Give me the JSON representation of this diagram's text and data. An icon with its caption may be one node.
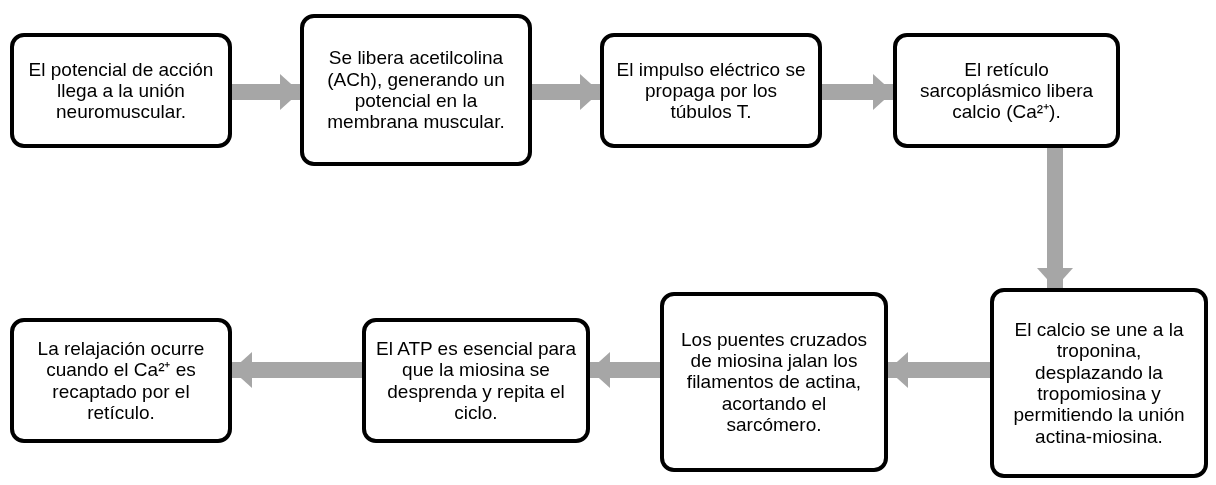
{
  "diagram": {
    "nodes": [
      {
        "text": [
          "El potencial de acción llega a la unión neuromuscular."
        ]
      },
      {
        "text": [
          "Se libera acetilcolina (ACh), generando un potencial en la membrana muscular."
        ]
      },
      {
        "text": [
          "El impulso eléctrico se propaga por los túbulos T."
        ]
      },
      {
        "text": [
          "El retículo sarcoplásmico libera calcio (Ca²⁺)."
        ]
      },
      {
        "text": [
          "El calcio se une a la troponina, desplazando la tropomiosina y permitiendo la unión actina-miosina."
        ]
      },
      {
        "text": [
          "Los puentes cruzados de miosina jalan los filamentos de actina, acortando el sarcómero."
        ]
      },
      {
        "text": [
          "El ATP es esencial para que la miosina se desprenda y repita el ciclo."
        ]
      },
      {
        "text": [
          "La relajación ocurre cuando el Ca²⁺ es recaptado por el retículo."
        ]
      }
    ],
    "edges": [
      {
        "from": 0,
        "to": 1,
        "arrow": "to"
      },
      {
        "from": 1,
        "to": 2,
        "arrow": "to"
      },
      {
        "from": 2,
        "to": 3,
        "arrow": "to"
      },
      {
        "from": 3,
        "to": 4,
        "arrow": "to"
      },
      {
        "from": 4,
        "to": 5,
        "arrow": "to"
      },
      {
        "from": 5,
        "to": 6,
        "arrow": "to"
      },
      {
        "from": 6,
        "to": 7,
        "arrow": "to"
      }
    ]
  }
}
